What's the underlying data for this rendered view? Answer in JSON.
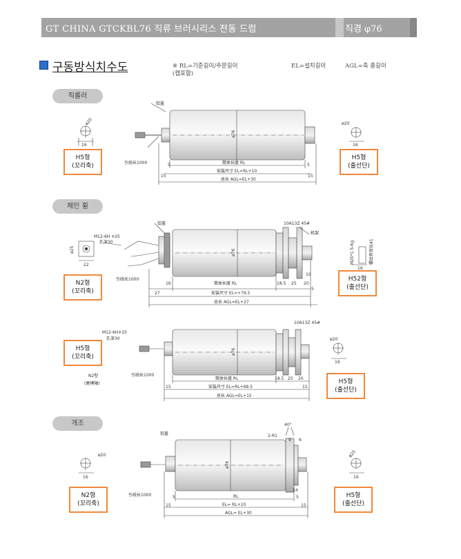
{
  "header": {
    "title": "GT CHINA GTCKBL76 직류 브러시리스 전동 드럼",
    "diameter": "직경 φ76"
  },
  "section": {
    "title": "구동방식치수도"
  },
  "notes": {
    "rl": "※ RL=기준길이/주문길이",
    "rl2": "(캡포함)",
    "el": "EL=설치길이",
    "agl": "AGL=축 총길이"
  },
  "groups": {
    "straight": "직롤러",
    "chain": "체인 휠",
    "modify": "개조"
  },
  "boxes": {
    "b1_line1": "H5형",
    "b1_line2": "(꼬리축)",
    "b2_line1": "H5형",
    "b2_line2": "(출선단)",
    "b3_line1": "N2형",
    "b3_line2": "(꼬리축)",
    "b4_line1": "H52형",
    "b4_line2": "(출선단)",
    "b5_line1": "H5형",
    "b5_line2": "(꼬리축)",
    "b6_line1": "H5형",
    "b6_line2": "(출선단)",
    "b7_line1": "N2형",
    "b7_line2": "(꼬리축)",
    "b8_line1": "H5형",
    "b8_line2": "(출선단)"
  },
  "labels": {
    "d1_top": "铝盖",
    "d1_dia": "ø76",
    "d1_lead": "引线长1000",
    "d1_body": "筒体长度 RL",
    "d1_install": "安装尺寸 EL=RL+10",
    "d1_total": "总长 AGL=EL+30",
    "d1_5a": "5",
    "d1_5b": "5",
    "d1_15a": "15",
    "d1_15b": "15",
    "d1_s1": "ø20",
    "d1_s1b": "16",
    "d1_s2": "ø20",
    "d1_s2b": "16",
    "d2_top": "铝盖",
    "d2_dia": "ø76",
    "d2_lead": "引线长1000",
    "d2_body": "筒体长度 RL",
    "d2_install": "安装尺寸 EL=+79.5",
    "d2_total": "总长 AGL=EL+27",
    "d2_sprocket": "10A13Z 45#",
    "d2_cover": "机架",
    "d2_16": "16",
    "d2_27": "27",
    "d2_185": "18.5",
    "d2_25": "25",
    "d2_20": "20",
    "d2_10": "10",
    "d2_5": "5",
    "d2_m12": "M12-6H ∓25",
    "d2_hole": "孔深30",
    "d2_d25": "ø25",
    "d2_22": "22",
    "d2_right1": "M20*1.5-6g",
    "d2_right2": "螺纹有效长41",
    "d2_r16": "16",
    "d3_m12a": "M12-6H∓25",
    "d3_m12b": "孔深30",
    "d3_n2a": "N2型",
    "d3_n2b": "(尾绳轴)",
    "d3_sprocket": "10A13Z 45#",
    "d3_dia": "ø76",
    "d3_lead": "引线长1000",
    "d3_body": "筒体长度 RL",
    "d3_install": "安装尺寸 EL=RL+68.5",
    "d3_total": "总长 AGL=EL+15",
    "d3_185": "18.5",
    "d3_25": "25",
    "d3_20": "20",
    "d3_15a": "15",
    "d3_15b": "15",
    "d3_s": "ø20",
    "d3_s16": "16",
    "d4_top": "铝盖",
    "d4_dia": "ø76",
    "d4_lead": "引线长1000",
    "d4_rl": "RL",
    "d4_el": "EL= RL+10",
    "d4_agl": "AGL= EL+30",
    "d4_40": "40°",
    "d4_2r1": "2-R1",
    "d4_9": "9",
    "d4_6": "6",
    "d4_24": "24",
    "d4_5a": "5",
    "d4_5b": "5",
    "d4_15a": "15",
    "d4_15b": "15",
    "d4_s1": "ø20",
    "d4_s1b": "16",
    "d4_s2": "ø20",
    "d4_s2b": "16"
  }
}
